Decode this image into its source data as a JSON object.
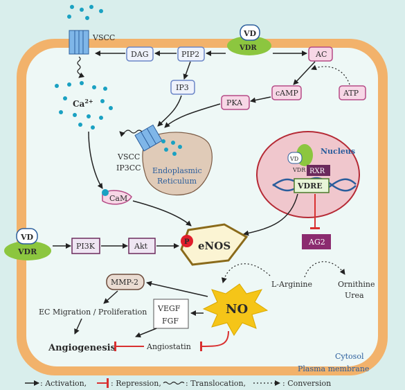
{
  "labels": {
    "vscc_top": "VSCC",
    "vd": "VD",
    "vdr": "VDR",
    "dag": "DAG",
    "pip2": "PIP2",
    "ip3": "IP3",
    "ac": "AC",
    "camp": "cAMP",
    "atp": "ATP",
    "pka": "PKA",
    "ca": "Ca",
    "ca_sup": "2+",
    "vscc_er": "VSCC",
    "ip3cc": "IP3CC",
    "er_line1": "Endoplasmic",
    "er_line2": "Reticulum",
    "nucleus": "Nucleus",
    "rxr": "RXR",
    "vdre": "VDRE",
    "ag2": "AG2",
    "cam": "CaM",
    "vd_left": "VD",
    "vdr_left": "VDR",
    "pi3k": "PI3K",
    "akt": "Akt",
    "p": "P",
    "enos": "eNOS",
    "mmp2": "MMP-2",
    "l_arginine": "L-Arginine",
    "ornithine": "Ornithine",
    "urea": "Urea",
    "ec_migration": "EC Migration / Proliferation",
    "vegf": "VEGF",
    "fgf": "FGF",
    "no": "NO",
    "angiogenesis": "Angiogenesis",
    "angiostatin": "Angiostatin",
    "cytosol": "Cytosol",
    "plasma_membrane": "Plasma membrane"
  },
  "legend": {
    "activation": ": Activation,",
    "repression": ": Repression,",
    "translocation": ": Translocation,",
    "conversion": ": Conversion"
  },
  "colors": {
    "membrane": "#f2b26b",
    "cytosol": "#eef8f6",
    "green": "#8cc63f",
    "pink_fill": "#f7d7e6",
    "pink_border": "#b54a86",
    "blue_box": "#6b86c7",
    "purple": "#8b2b6f",
    "repression": "#d93030",
    "no_star": "#f5c518",
    "enos_fill": "#fbf4d3",
    "enos_border": "#8a6a1a"
  }
}
